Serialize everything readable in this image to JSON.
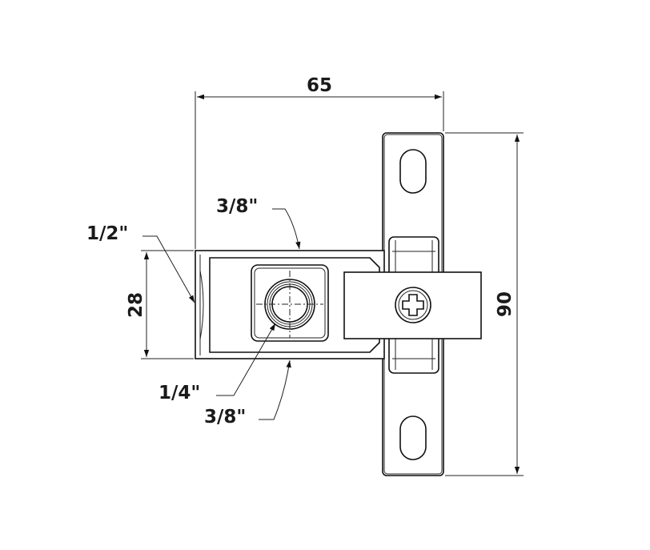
{
  "dimensions": {
    "width_overall": "65",
    "height_overall": "90",
    "block_height": "28",
    "top_thread": "3/8\"",
    "bottom_thread": "3/8\"",
    "left_thread": "1/2\"",
    "center_thread": "1/4\""
  },
  "icons": {
    "screw": "phillips-screw-icon"
  },
  "colors": {
    "line": "#111111",
    "background": "#ffffff"
  }
}
